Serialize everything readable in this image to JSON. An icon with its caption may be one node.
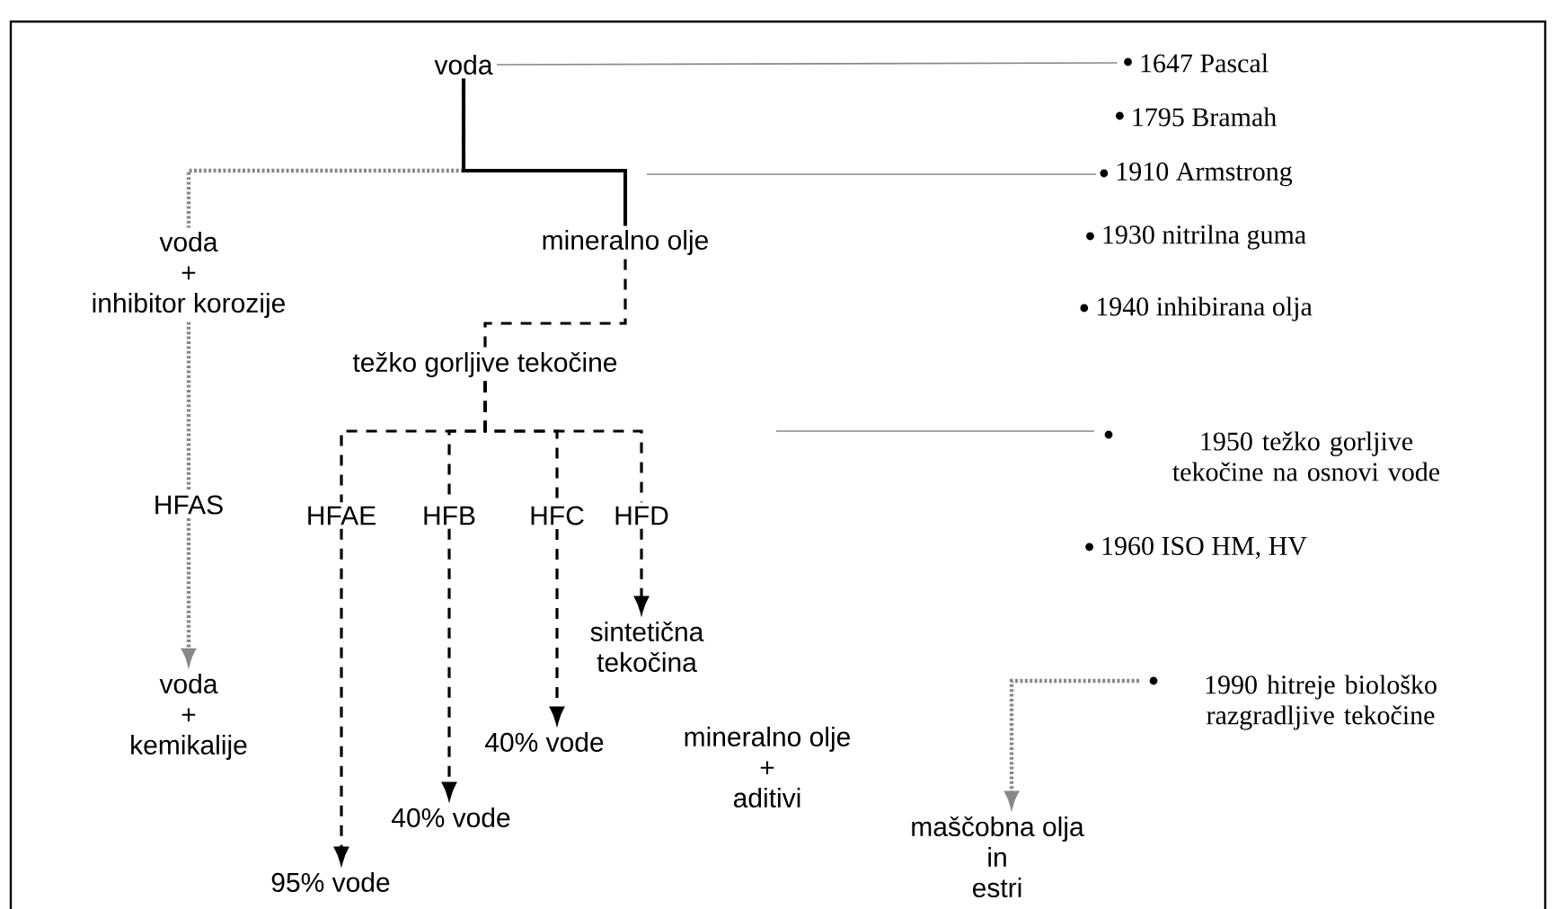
{
  "diagram": {
    "nodes": [
      {
        "text": [
          "voda"
        ]
      },
      {
        "text": [
          "voda",
          "+",
          "inhibitor korozije"
        ]
      },
      {
        "text": [
          "mineralno olje"
        ]
      },
      {
        "text": [
          "težko gorljive tekočine"
        ]
      },
      {
        "text": [
          "HFAS"
        ]
      },
      {
        "text": [
          "HFAE"
        ]
      },
      {
        "text": [
          "HFB"
        ]
      },
      {
        "text": [
          "HFC"
        ]
      },
      {
        "text": [
          "HFD"
        ]
      },
      {
        "text": [
          "voda",
          "+",
          "kemikalije"
        ]
      },
      {
        "text": [
          "sintetična tekočina"
        ]
      },
      {
        "text": [
          "40% vode"
        ]
      },
      {
        "text": [
          "40% vode"
        ]
      },
      {
        "text": [
          "95% vode"
        ]
      },
      {
        "text": [
          "mineralno olje",
          "+",
          "aditivi"
        ]
      },
      {
        "text": [
          "maščobna olja",
          "in",
          "estri"
        ]
      },
      {
        "text": [
          "1647 Pascal"
        ]
      },
      {
        "text": [
          "1795 Bramah"
        ]
      },
      {
        "text": [
          "1910 Armstrong"
        ]
      },
      {
        "text": [
          "1930 nitrilna guma"
        ]
      },
      {
        "text": [
          "1940 inhibirana olja"
        ]
      },
      {
        "text": [
          "1950 težko gorljive tekočine na osnovi vode"
        ]
      },
      {
        "text": [
          "1960 ISO HM, HV"
        ]
      },
      {
        "text": [
          "1990 hitreje biološko razgradljive tekočine"
        ]
      }
    ],
    "edges": [
      {
        "from": 0,
        "to": 1,
        "arrow": "none",
        "style": "dashed",
        "color": "#888888"
      },
      {
        "from": 0,
        "to": 2,
        "arrow": "none"
      },
      {
        "from": 2,
        "to": 3,
        "arrow": "none",
        "style": "dashed"
      },
      {
        "from": 3,
        "to": 5,
        "arrow": "none",
        "style": "dashed"
      },
      {
        "from": 3,
        "to": 6,
        "arrow": "none",
        "style": "dashed"
      },
      {
        "from": 3,
        "to": 7,
        "arrow": "none",
        "style": "dashed"
      },
      {
        "from": 3,
        "to": 8,
        "arrow": "none",
        "style": "dashed"
      },
      {
        "from": 1,
        "to": 4,
        "arrow": "none",
        "style": "dashed",
        "color": "#888888"
      },
      {
        "from": 4,
        "to": 9,
        "arrow": "to",
        "style": "dashed",
        "color": "#888888"
      },
      {
        "from": 5,
        "to": 13,
        "arrow": "to",
        "style": "dashed"
      },
      {
        "from": 6,
        "to": 12,
        "arrow": "to",
        "style": "dashed"
      },
      {
        "from": 7,
        "to": 11,
        "arrow": "to",
        "style": "dashed"
      },
      {
        "from": 8,
        "to": 10,
        "arrow": "to",
        "style": "dashed"
      },
      {
        "from": 0,
        "to": 16,
        "arrow": "none",
        "color": "#888888"
      },
      {
        "from": null,
        "to": 18,
        "arrow": "none",
        "color": "#888888"
      },
      {
        "from": null,
        "to": 21,
        "arrow": "none",
        "color": "#888888"
      },
      {
        "from": 23,
        "to": 15,
        "arrow": "to",
        "style": "dashed",
        "color": "#888888"
      }
    ]
  }
}
